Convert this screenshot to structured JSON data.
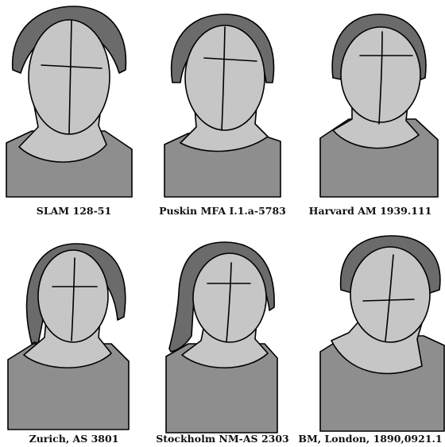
{
  "colors": {
    "hair": "#6b6b6b",
    "clothing": "#8e8e8e",
    "skin": "#c6c6c6",
    "outline": "#000000",
    "background": "#ffffff"
  },
  "portraits": [
    {
      "caption": "SLAM 128-51"
    },
    {
      "caption": "Puskin MFA I.1.a-5783"
    },
    {
      "caption": "Harvard AM 1939.111"
    },
    {
      "caption": "Zurich, AS 3801"
    },
    {
      "caption": "Stockholm NM-AS 2303"
    },
    {
      "caption": "BM, London, 1890,0921.1"
    }
  ]
}
